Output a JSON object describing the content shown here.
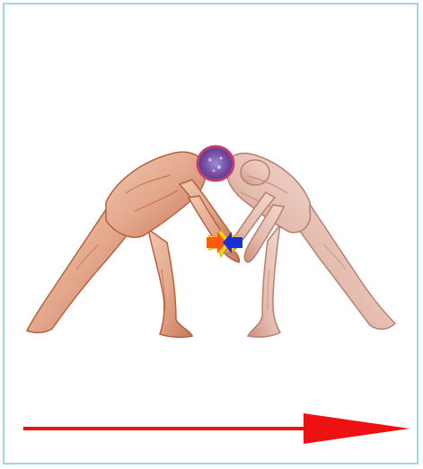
{
  "figure": {
    "subjects": [
      "left-wrestler",
      "right-wrestler"
    ],
    "markers": {
      "head_contact": "circle-marker",
      "push_forces": [
        "orange-arrow-right",
        "blue-arrow-left",
        "yellow-force-burst"
      ]
    },
    "direction_arrow": "right-arrow"
  },
  "colors": {
    "frame_border": "#9fd8ec",
    "skin_fill": "#e8b49d",
    "skin_shadow": "#b8613f",
    "right_figure_fill": "#e6c1b2",
    "head_marker_fill": "#7a4fa8",
    "head_marker_ring": "#c24070",
    "arrow_red": "#ee1111",
    "force_orange": "#ff5a10",
    "force_blue": "#1a2fd8",
    "force_yellow": "#f5d320"
  }
}
